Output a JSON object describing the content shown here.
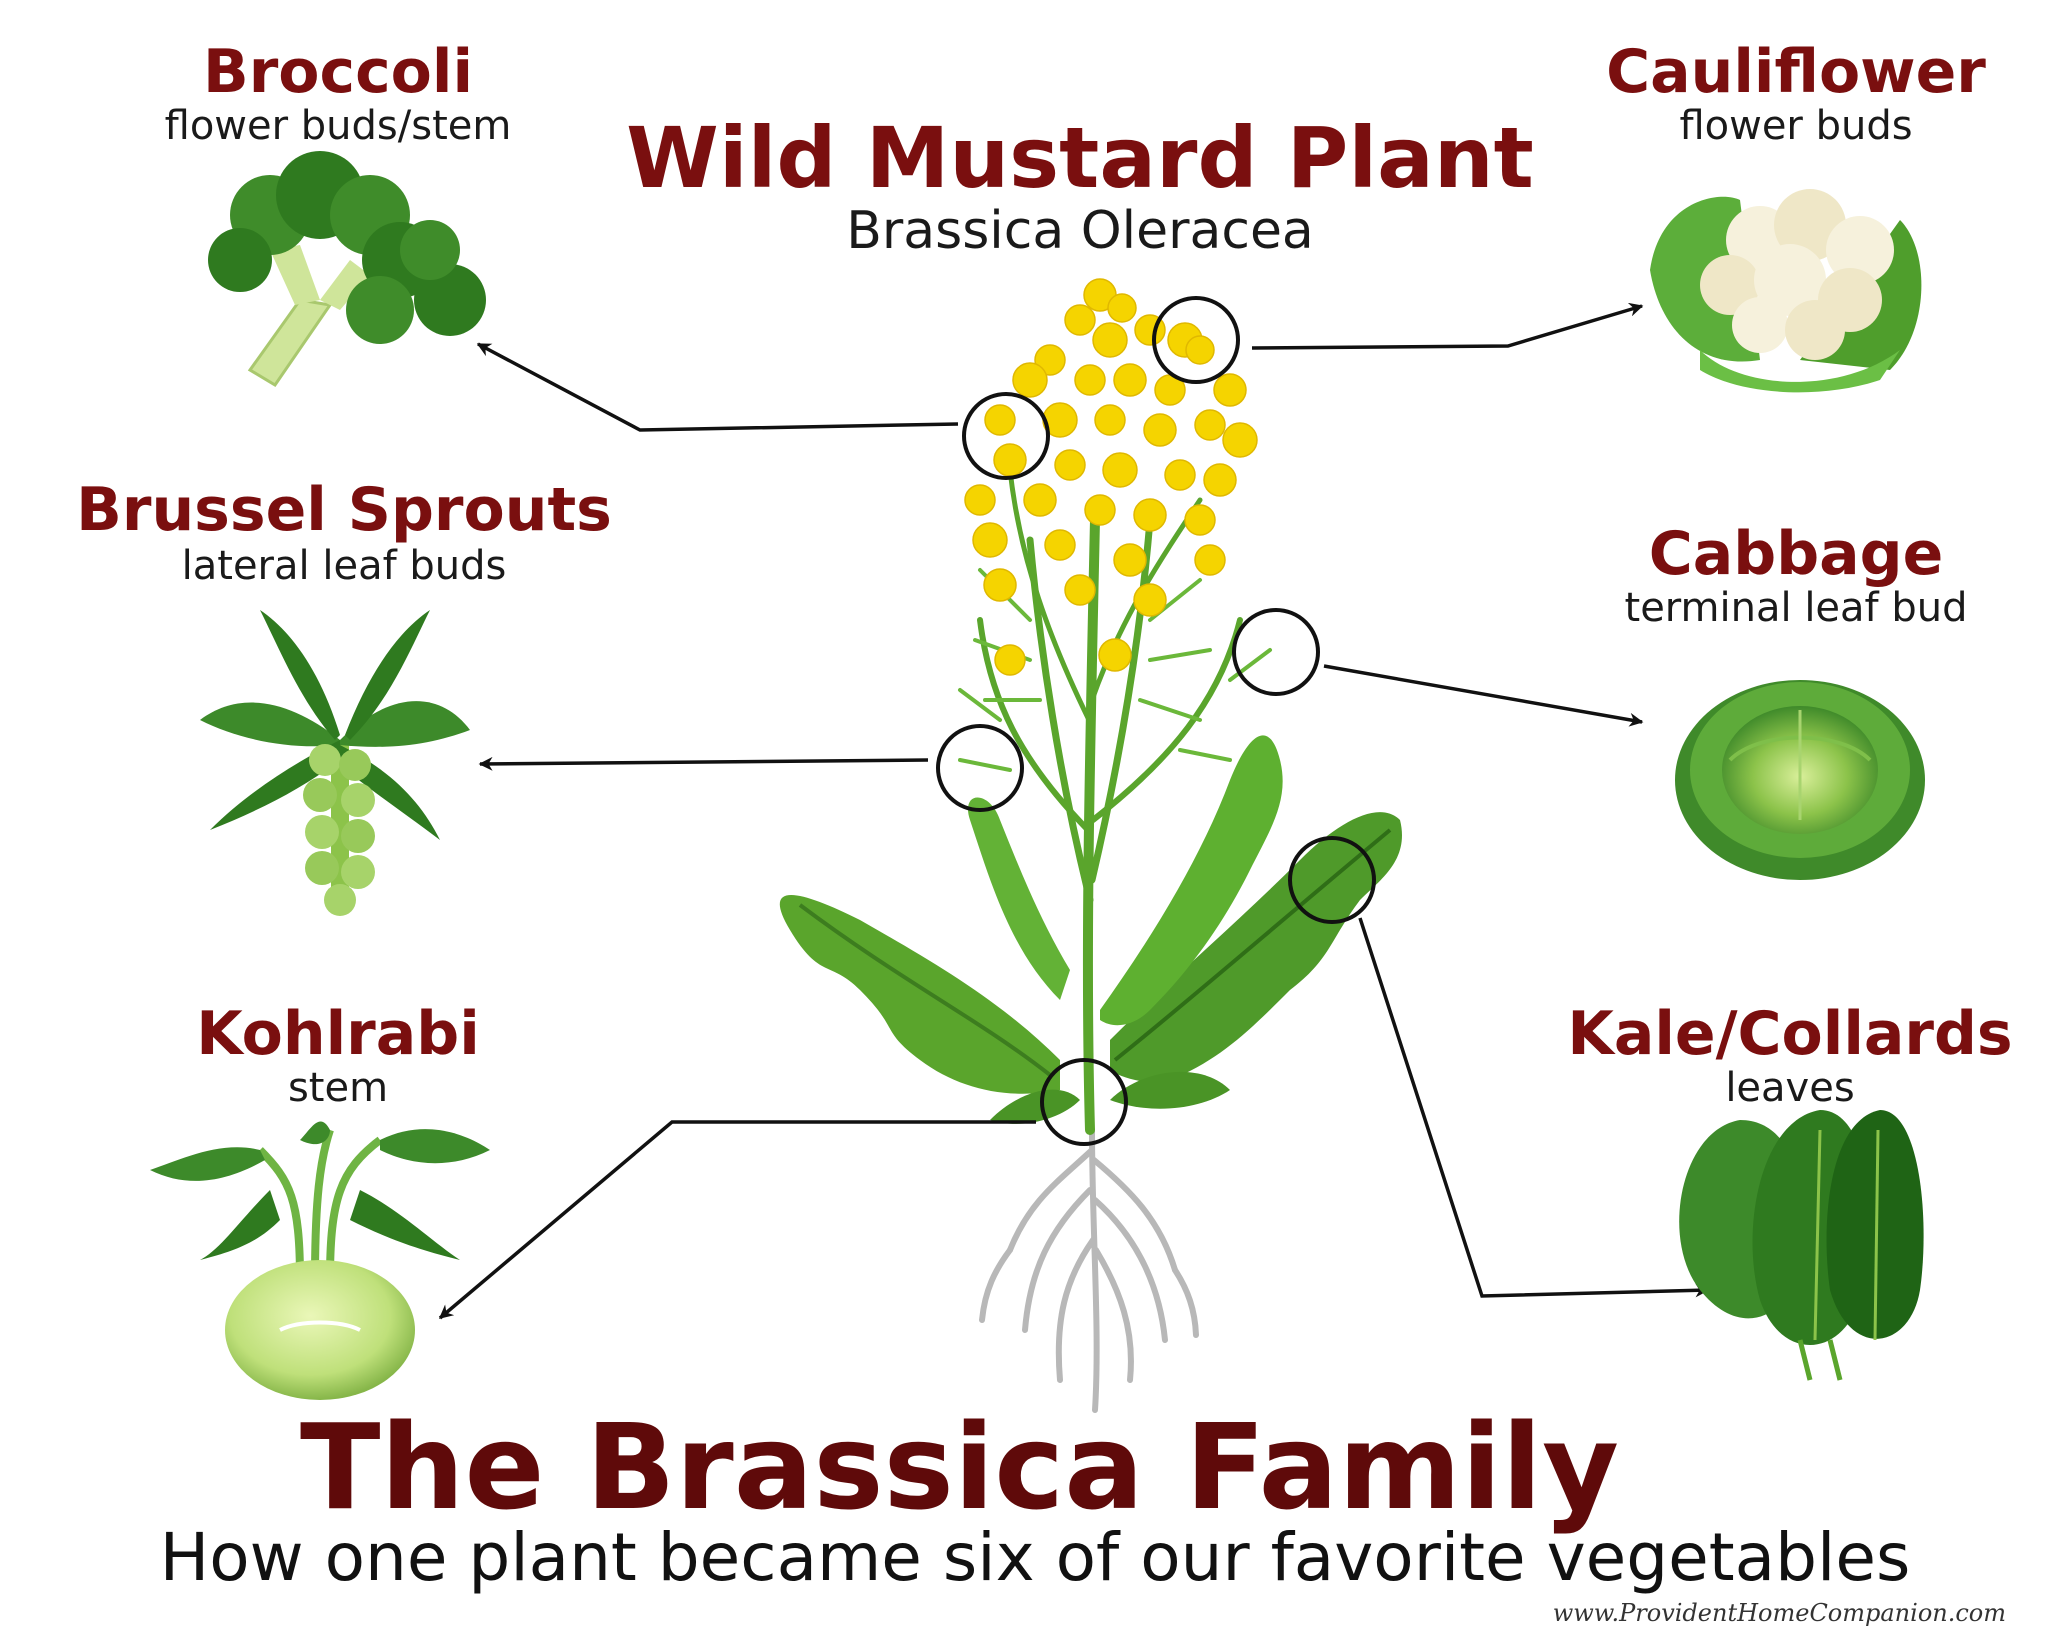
{
  "header": {
    "plant_title": "Wild Mustard Plant",
    "plant_subtitle": "Brassica Oleracea"
  },
  "vegetables": [
    {
      "name": "Broccoli",
      "part": "flower buds/stem",
      "icon": "broccoli-icon"
    },
    {
      "name": "Cauliflower",
      "part": "flower buds",
      "icon": "cauliflower-icon"
    },
    {
      "name": "Brussel Sprouts",
      "part": "lateral leaf buds",
      "icon": "brussel-sprouts-icon"
    },
    {
      "name": "Cabbage",
      "part": "terminal leaf bud",
      "icon": "cabbage-icon"
    },
    {
      "name": "Kohlrabi",
      "part": "stem",
      "icon": "kohlrabi-icon"
    },
    {
      "name": "Kale/Collards",
      "part": "leaves",
      "icon": "kale-collards-icon"
    }
  ],
  "footer": {
    "title": "The Brassica Family",
    "subtitle": "How one plant became six of our favorite vegetables",
    "watermark": "www.ProvidentHomeCompanion.com"
  },
  "colors": {
    "title_red": "#7a0f0f",
    "footer_red": "#5f0a0a",
    "flower_yellow": "#f5d400",
    "leaf_green": "#4f9a2a",
    "stem_green": "#5aa52c",
    "root_gray": "#b8b8b8"
  }
}
